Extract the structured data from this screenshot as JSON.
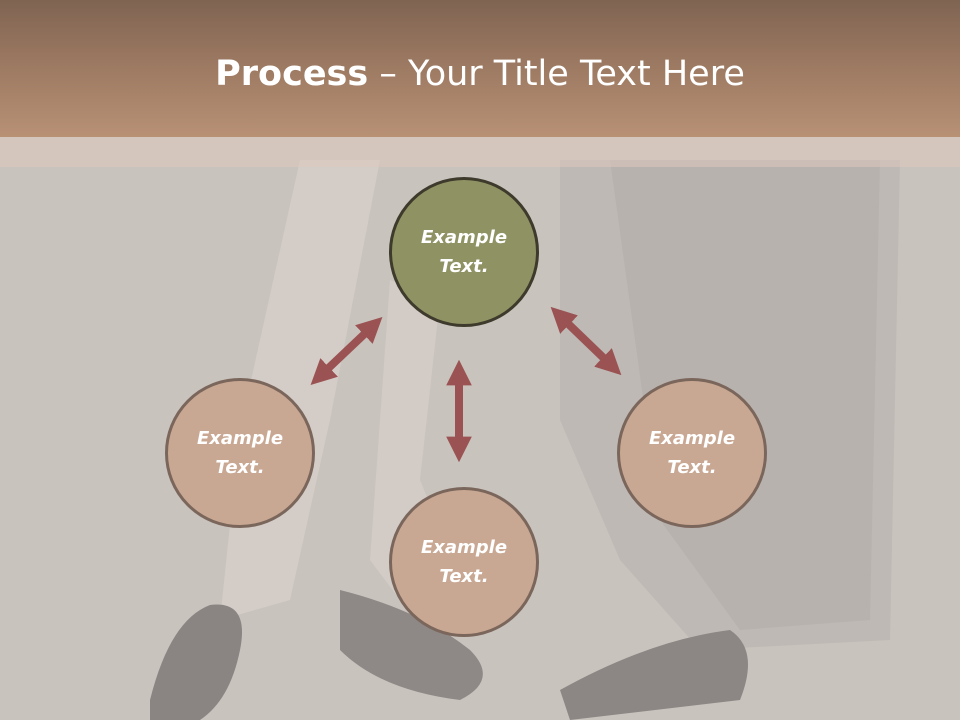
{
  "title": {
    "bold": "Process",
    "rest": " – Your Title Text Here"
  },
  "nodes": {
    "top": "Example\nText.",
    "left": "Example\nText.",
    "right": "Example\nText.",
    "bottom": "Example\nText."
  },
  "colors": {
    "title_band": "#9b7861",
    "center_circle": "#8f9263",
    "outer_circle": "#c9a893",
    "arrow": "#9a5252"
  }
}
